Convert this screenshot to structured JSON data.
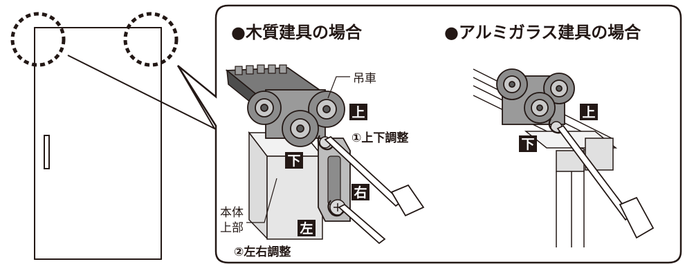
{
  "sections": {
    "wood": {
      "title": "●木質建具の場合"
    },
    "aluminum": {
      "title": "●アルミガラス建具の場合"
    }
  },
  "labels": {
    "hanger": "吊車",
    "body_top_line1": "本体",
    "body_top_line2": "上部",
    "step1": "①上下調整",
    "step2": "②左右調整"
  },
  "badges": {
    "up": "上",
    "down": "下",
    "right": "右",
    "left": "左"
  },
  "colors": {
    "ink": "#231815",
    "badge_bg": "#231815",
    "badge_text": "#ffffff",
    "panel_border": "#231815",
    "part_dark": "#5a5a5a",
    "part_mid": "#8c8c8c",
    "part_light": "#c8c8c8",
    "body_fill": "#e6e6e6"
  }
}
